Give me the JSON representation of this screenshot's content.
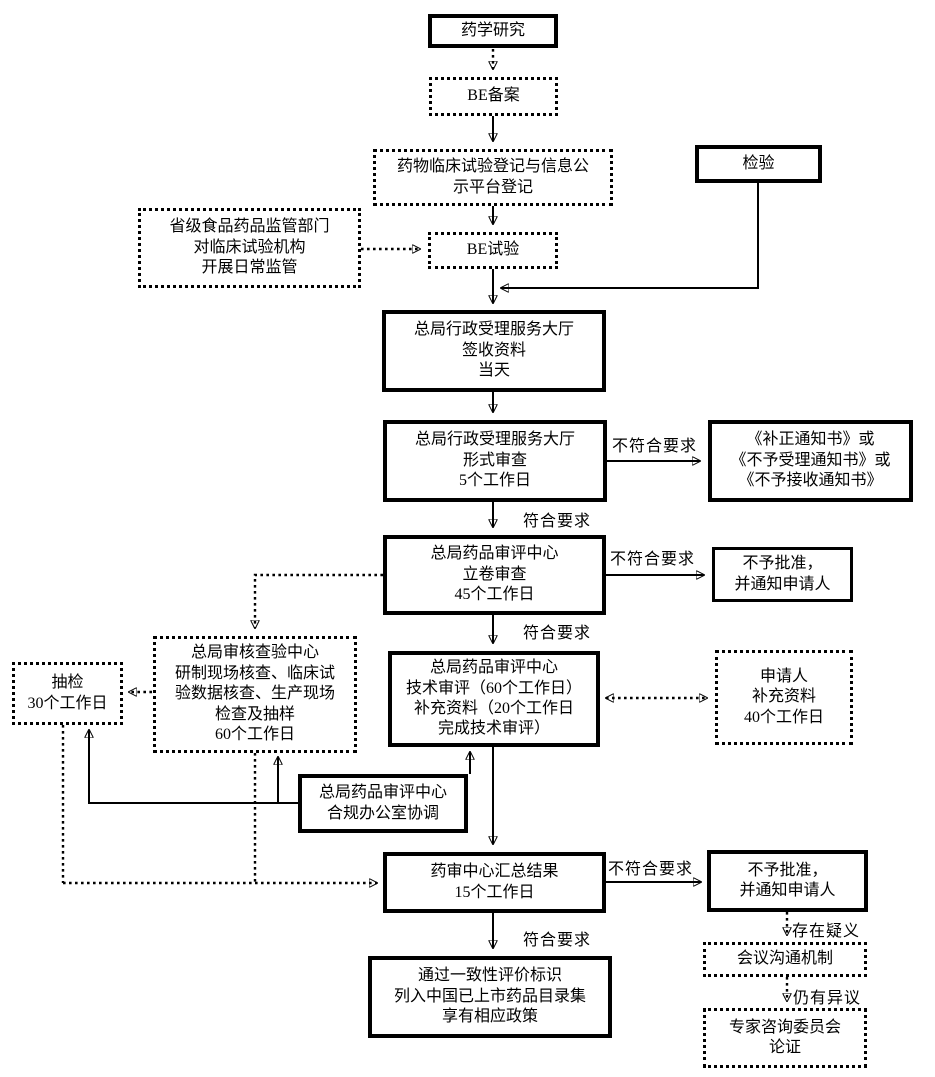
{
  "nodes": {
    "pharma_research": "药学研究",
    "be_filing": "BE备案",
    "registration_platform": "药物临床试验登记与信息公\n示平台登记",
    "be_trial": "BE试验",
    "inspection": "检验",
    "provincial_supervision": "省级食品药品监管部门\n对临床试验机构\n开展日常监管",
    "acceptance_hall_receive": "总局行政受理服务大厅\n签收资料\n当天",
    "formal_review": "总局行政受理服务大厅\n形式审查\n5个工作日",
    "notices": "《补正通知书》或\n《不予受理通知书》或\n《不予接收通知书》",
    "docketing_review": "总局药品审评中心\n立卷审查\n45个工作日",
    "reject_notify_1": "不予批准，\n并通知申请人",
    "technical_review": "总局药品审评中心\n技术审评（60个工作日）\n补充资料（20个工作日\n完成技术审评）",
    "applicant_supplement": "申请人\n补充资料\n40个工作日",
    "verification_center": "总局审核查验中心\n研制现场核查、临床试\n验数据核查、生产现场\n检查及抽样\n60个工作日",
    "sampling": "抽检\n30个工作日",
    "compliance_office": "总局药品审评中心\n合规办公室协调",
    "cde_summary": "药审中心汇总结果\n15个工作日",
    "reject_notify_2": "不予批准，\n并通知申请人",
    "meeting_mechanism": "会议沟通机制",
    "expert_committee": "专家咨询委员会\n论证",
    "pass_evaluation": "通过一致性评价标识\n列入中国已上市药品目录集\n享有相应政策"
  },
  "edge_labels": {
    "fail_1": "不符合要求",
    "pass_1": "符合要求",
    "fail_2": "不符合要求",
    "pass_2": "符合要求",
    "fail_3": "不符合要求",
    "pass_3": "符合要求",
    "doubt": "存在疑义",
    "objection": "仍有异议"
  }
}
